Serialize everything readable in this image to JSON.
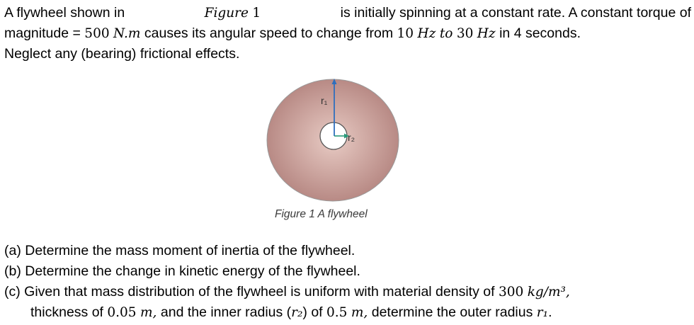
{
  "problem": {
    "intro_line1": [
      "A flywheel shown in",
      "Figure",
      "1",
      "is initially spinning at a constant rate. A constant torque of"
    ],
    "intro_line2": {
      "a": "magnitude =",
      "torque_value": "500",
      "torque_unit": "N.m",
      "b": "causes its angular speed to change from",
      "f1_value": "10",
      "f1_unit": "Hz",
      "to": "to",
      "f2_value": "30",
      "f2_unit": "Hz",
      "c": "in 4 seconds."
    },
    "intro_line3": "Neglect any (bearing) frictional effects."
  },
  "figure": {
    "r1_label": "r₁",
    "r2_label": "r₂",
    "caption": "Figure 1 A flywheel",
    "colors": {
      "disk_center": "#e8cbc4",
      "disk_edge": "#b88a85",
      "hub": "#ffffff",
      "arrow": "#2f6fbd",
      "arrow_small": "#2a9a7a"
    }
  },
  "questions": {
    "a": "(a) Determine the mass moment of inertia of the flywheel.",
    "b": "(b) Determine the change in kinetic energy of the flywheel.",
    "c_line1": {
      "text": "(c) Given that mass distribution of the flywheel is uniform with material density of",
      "value": "300",
      "unit": "kg/m³,"
    },
    "c_line2": {
      "t1": "thickness of",
      "thickness": "0.05",
      "m1": "m,",
      "t2": "and the inner radius (",
      "r2": "r₂",
      "t3": ") of",
      "inner": "0.5",
      "m2": "m,",
      "t4": "determine the outer radius",
      "r1": "r₁",
      "t5": "."
    }
  }
}
